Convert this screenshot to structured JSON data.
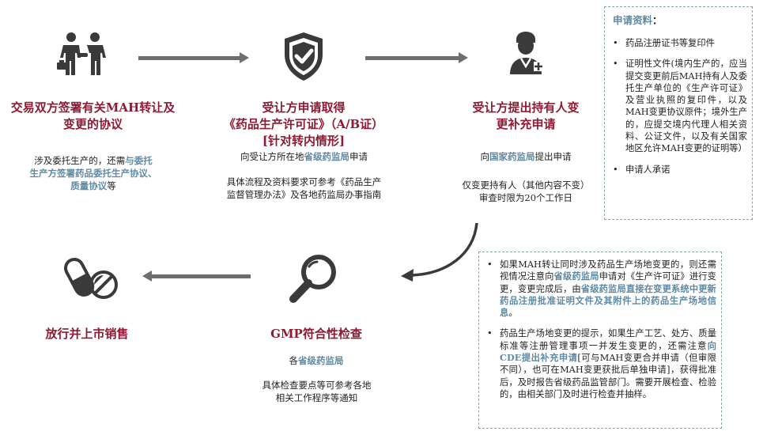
{
  "step1": {
    "title_line1": "交易双方签署有关MAH转让及",
    "title_line2": "变更的协议",
    "desc_pre": "涉及委托生产的，还需",
    "desc_hl1": "与委托",
    "desc_hl2": "生产方签署药品委托生产协议、",
    "desc_hl3": "质量协议",
    "desc_post": "等"
  },
  "step2": {
    "title_line1": "受让方申请取得",
    "title_line2a": "《药品生产许可证》（",
    "title_line2b": "A/B",
    "title_line2c": "证）",
    "title_line3": "[针对转内情形]",
    "desc1_pre": "向受让方所在地",
    "desc1_hl": "省级药监局",
    "desc1_post": "申请",
    "desc2_line1": "具体流程及资料要求可参考《药品生产",
    "desc2_line2": "监督管理办法》及各地药监局办事指南"
  },
  "step3": {
    "title_line1": "受让方提出持有人变",
    "title_line2": "更补充申请",
    "desc1_pre": "向",
    "desc1_hl": "国家药监局",
    "desc1_post": "提出申请",
    "desc2_line1": "仅变更持有人（其他内容不变）",
    "desc2_line2": "审查时限为20个工作日"
  },
  "step4": {
    "title": "GMP符合性检查",
    "desc1_pre": "各",
    "desc1_hl": "省级药监局",
    "desc2_line1": "具体检查要点等可参考各地",
    "desc2_line2": "相关工作程序等通知"
  },
  "step5": {
    "title": "放行并上市销售"
  },
  "materials": {
    "heading": "申请资料",
    "heading_colon": "：",
    "items": [
      "药品注册证书等复印件",
      "证明性文件(境内生产的，应当提交变更前后MAH持有人及委托生产单位的《生产许可证》及营业执照的复印件，以及MAH变更协议原件；境外生产的，应提交境内代理人相关资料、公证文件，以及有关国家地区允许MAH变更的证明等）",
      "申请人承诺"
    ]
  },
  "notes": {
    "item1_a": "如果MAH转让同时涉及药品生产场地变更的，则还需视情况注意向",
    "item1_hl1": "省级药监局",
    "item1_b": "申请对《生产许可证》进行变更，变更完成后，由",
    "item1_hl2": "省级药监局直接在变更系统中更新药品注册批准证明文件及其附件上的药品生产场地信息",
    "item1_c": "。",
    "item2_a": "药品生产场地变更的提示，如果生产工艺、处方、质量标准等注册管理事项一并发生变更的，还需注意",
    "item2_hl": "向CDE提出补充申请",
    "item2_b": "[可与MAH变更合并申请（但审限不同），也可在MAH变更获批后单独申请]，获得批准后，及时报告省级药品监管部门。需要开展检查、检验的，由相关部门及时进行检查并抽样。"
  },
  "colors": {
    "title": "#8e1b33",
    "highlight": "#5f8aa3",
    "icon": "#3a3a3a",
    "arrow": "#6e6e6e",
    "border": "#86a6a6"
  },
  "icons": [
    "handshake-icon",
    "shield-check-icon",
    "doctor-icon",
    "magnifier-icon",
    "pills-icon"
  ]
}
